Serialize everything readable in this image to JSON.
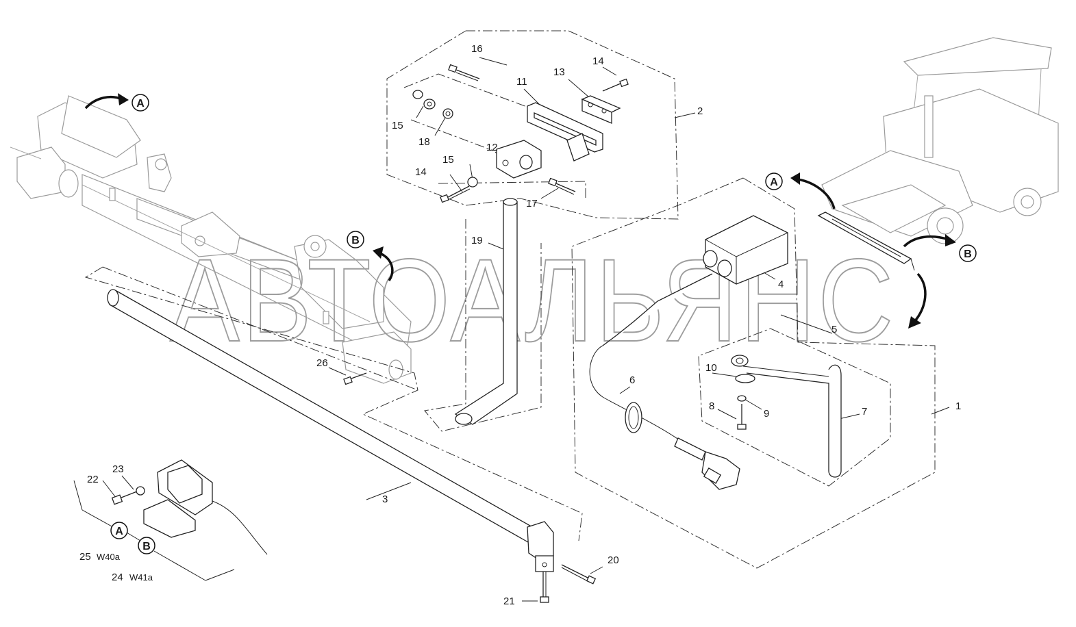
{
  "callouts": {
    "c1": "1",
    "c2": "2",
    "c3": "3",
    "c4": "4",
    "c5": "5",
    "c6": "6",
    "c7": "7",
    "c8": "8",
    "c9": "9",
    "c10": "10",
    "c11": "11",
    "c12": "12",
    "c13": "13",
    "c14a": "14",
    "c14b": "14",
    "c15a": "15",
    "c15b": "15",
    "c16": "16",
    "c17": "17",
    "c18": "18",
    "c19": "19",
    "c20": "20",
    "c21": "21",
    "c22": "22",
    "c23": "23",
    "c24": "24",
    "c25": "25",
    "c26": "26"
  },
  "markers": {
    "a_left": "A",
    "b_left": "B",
    "a_right": "A",
    "b_right": "B",
    "a_legend": "A",
    "b_legend": "B"
  },
  "codes": {
    "w40a": "W40a",
    "w41a": "W41a"
  },
  "watermark": "АВТОАЛЬЯНС"
}
